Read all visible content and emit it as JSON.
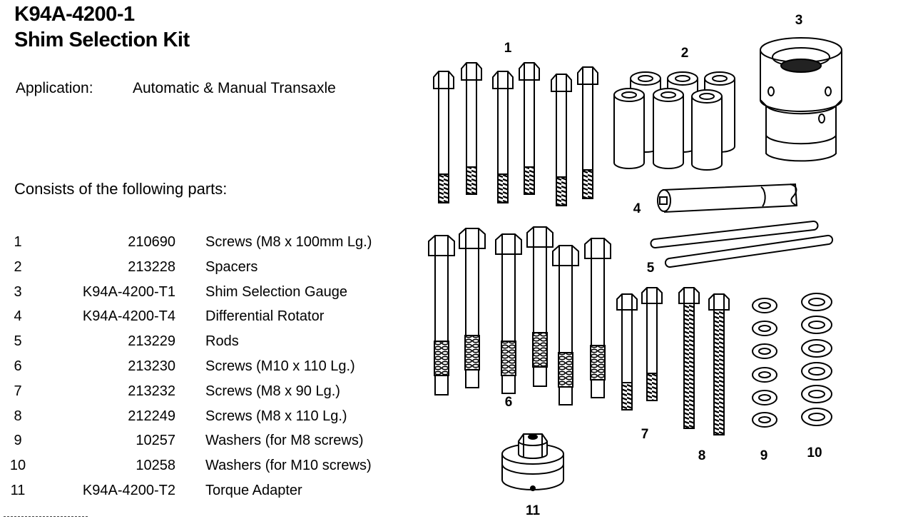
{
  "header": {
    "kit_number": "K94A-4200-1",
    "kit_name": "Shim Selection Kit"
  },
  "application": {
    "label": "Application:",
    "value": "Automatic & Manual Transaxle"
  },
  "parts_heading": "Consists of the following parts:",
  "parts": [
    {
      "num": "1",
      "part_no": "210690",
      "description": "Screws (M8 x 100mm Lg.)"
    },
    {
      "num": "2",
      "part_no": "213228",
      "description": "Spacers"
    },
    {
      "num": "3",
      "part_no": "K94A-4200-T1",
      "description": "Shim Selection Gauge"
    },
    {
      "num": "4",
      "part_no": "K94A-4200-T4",
      "description": "Differential Rotator"
    },
    {
      "num": "5",
      "part_no": "213229",
      "description": "Rods"
    },
    {
      "num": "6",
      "part_no": "213230",
      "description": "Screws (M10 x 110 Lg.)"
    },
    {
      "num": "7",
      "part_no": "213232",
      "description": "Screws (M8 x 90 Lg.)"
    },
    {
      "num": "8",
      "part_no": "212249",
      "description": "Screws (M8 x 110 Lg.)"
    },
    {
      "num": "9",
      "part_no": "10257",
      "description": "Washers (for M8 screws)"
    },
    {
      "num": "10",
      "part_no": "10258",
      "description": "Washers (for M10 screws)"
    },
    {
      "num": "11",
      "part_no": "K94A-4200-T2",
      "description": "Torque Adapter"
    }
  ],
  "callouts": [
    "1",
    "2",
    "3",
    "4",
    "5",
    "6",
    "7",
    "8",
    "9",
    "10",
    "11"
  ]
}
